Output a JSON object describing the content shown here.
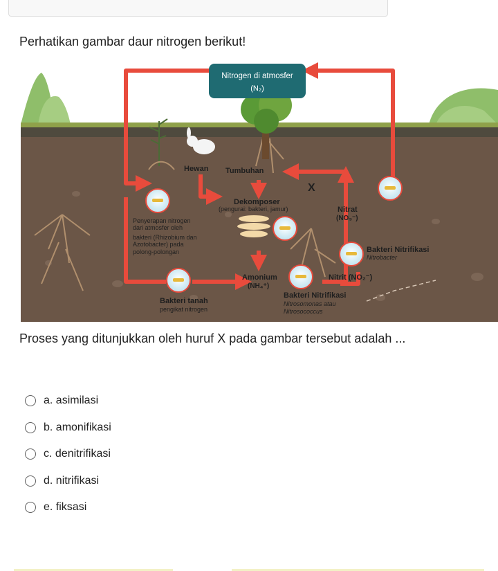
{
  "question": {
    "intro": "Perhatikan gambar daur nitrogen berikut!",
    "prompt": "Proses yang ditunjukkan oleh huruf X pada gambar tersebut adalah ..."
  },
  "diagram": {
    "atmosphere_line1": "Nitrogen di atmosfer",
    "atmosphere_line2": "(N₂)",
    "hewan": "Hewan",
    "tumbuhan": "Tumbuhan",
    "x_marker": "X",
    "dekomposer": "Dekomposer",
    "dekomposer_sub": "(pengurai: bakteri, jamur)",
    "nitrat": "Nitrat",
    "nitrat_formula": "(NO₃⁻)",
    "penyerapan": [
      "Penyerapan nitrogen",
      "dari atmosfer oleh",
      "bakteri (Rhizobium dan",
      "Azotobacter) pada",
      "polong-polongan"
    ],
    "bakteri_nitrifikasi_right": "Bakteri Nitrifikasi",
    "nitrobacter": "Nitrobacter",
    "amonium": "Amonium",
    "amonium_formula": "(NH₄⁺)",
    "nitrit": "Nitrit (NO₂⁻)",
    "bakteri_tanah": "Bakteri tanah",
    "pengikat": "pengikat nitrogen",
    "bakteri_nitrifikasi_bottom": "Bakteri Nitrifikasi",
    "nitrosomonas": "Nitrosomonas atau",
    "nitrosococcus": "Nitrosococcus"
  },
  "options": [
    {
      "label": "a. asimilasi"
    },
    {
      "label": "b. amonifikasi"
    },
    {
      "label": "c. denitrifikasi"
    },
    {
      "label": "d. nitrifikasi"
    },
    {
      "label": "e. fiksasi"
    }
  ],
  "colors": {
    "arrow": "#e84b3c",
    "soil": "#6b5647",
    "sky": "#ffffff",
    "tree_green": "#6fa53f",
    "atmosphere_box": "#1f6b72"
  }
}
